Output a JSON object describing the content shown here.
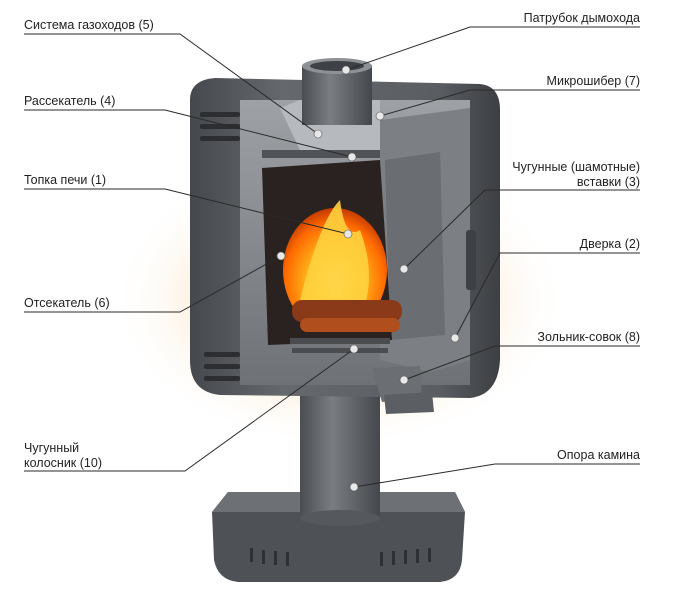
{
  "diagram": {
    "labels": {
      "flue_system": "Система газоходов (5)",
      "splitter": "Рассекатель (4)",
      "firebox": "Топка печи (1)",
      "cutoff": "Отсекатель (6)",
      "grate_line1": "Чугунный",
      "grate_line2": "колосник (10)",
      "chimney_pipe": "Патрубок дымохода",
      "micro_damper": "Микрошибер (7)",
      "inserts_line1": "Чугунные (шамотные)",
      "inserts_line2": "вставки (3)",
      "door": "Дверка (2)",
      "ash_pan": "Зольник-совок (8)",
      "support": "Опора камина"
    },
    "colors": {
      "body": "#5b5e62",
      "body_dark": "#3e4145",
      "interior": "#8a8d91",
      "fire": "#ff9a1a",
      "leader": "#2a2a2a"
    }
  }
}
